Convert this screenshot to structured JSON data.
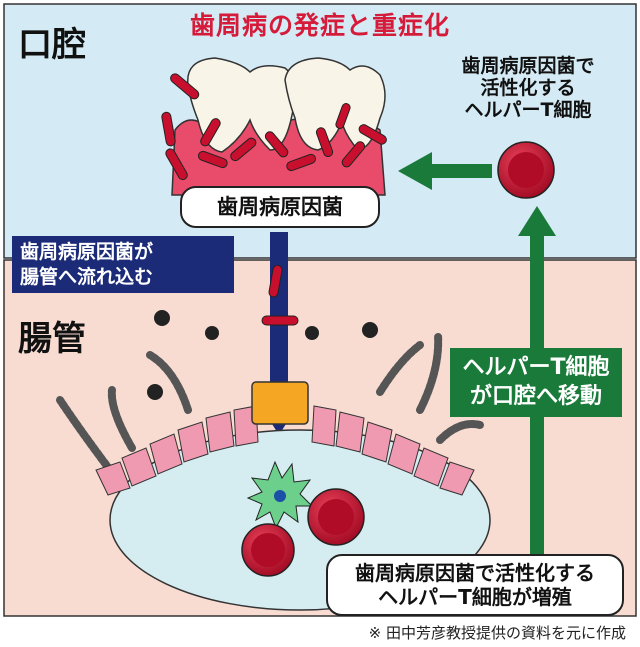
{
  "title": "歯周病の発症と重症化",
  "regions": {
    "mouth": "口腔",
    "gut": "腸管"
  },
  "labels": {
    "pathogen_box": "歯周病原因菌",
    "pathogen_flow": [
      "歯周病原因菌が",
      "腸管へ流れ込む"
    ],
    "activated_th_top": [
      "歯周病原因菌で",
      "活性化する",
      "ヘルパーT細胞"
    ],
    "th_move": [
      "ヘルパーT細胞",
      "が口腔へ移動"
    ],
    "th_proliferate": [
      "歯周病原因菌で活性化する",
      "ヘルパーT細胞が増殖"
    ]
  },
  "credit": "※ 田中芳彦教授提供の資料を元に作成",
  "colors": {
    "mouth_bg": "#d4eaf4",
    "gut_bg": "#f8dcd2",
    "title": "#d61b3a",
    "green_arrow": "#1a7a3a",
    "navy_arrow": "#1c2b78",
    "th_cell": "#c8102e",
    "gut_lumen": "#d5ecf0"
  }
}
